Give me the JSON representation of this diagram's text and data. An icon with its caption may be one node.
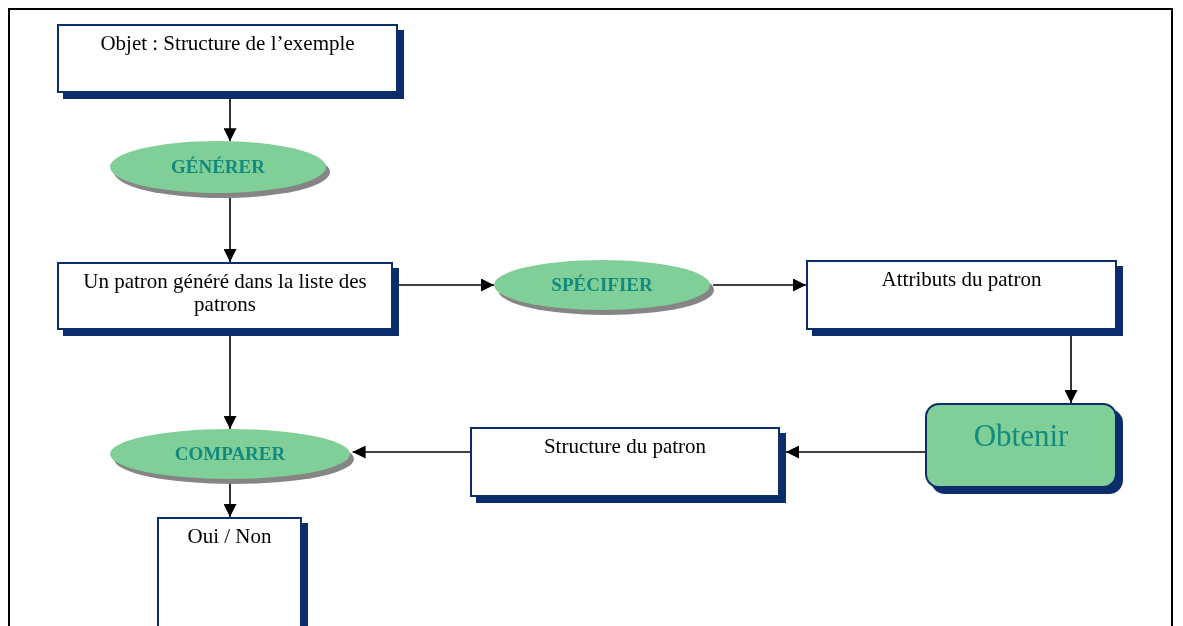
{
  "diagram": {
    "nodes": [
      {
        "text": [
          "Objet : Structure de l’exemple"
        ]
      },
      {
        "text": [
          "GÉNÉRER"
        ]
      },
      {
        "text": [
          "Un patron généré dans la liste des patrons"
        ]
      },
      {
        "text": [
          "SPÉCIFIER"
        ]
      },
      {
        "text": [
          "Attributs du patron"
        ]
      },
      {
        "text": [
          "Obtenir"
        ]
      },
      {
        "text": [
          "Structure du patron"
        ]
      },
      {
        "text": [
          "COMPARER"
        ]
      },
      {
        "text": [
          "Oui / Non"
        ]
      }
    ],
    "edges": [
      {
        "from": 0,
        "to": 1,
        "arrow": "to"
      },
      {
        "from": 1,
        "to": 2,
        "arrow": "to"
      },
      {
        "from": 2,
        "to": 3,
        "arrow": "to"
      },
      {
        "from": 3,
        "to": 4,
        "arrow": "to"
      },
      {
        "from": 4,
        "to": 5,
        "arrow": "to"
      },
      {
        "from": 5,
        "to": 6,
        "arrow": "to"
      },
      {
        "from": 6,
        "to": 7,
        "arrow": "to"
      },
      {
        "from": 2,
        "to": 7,
        "arrow": "to"
      },
      {
        "from": 7,
        "to": 8,
        "arrow": "to"
      }
    ]
  }
}
